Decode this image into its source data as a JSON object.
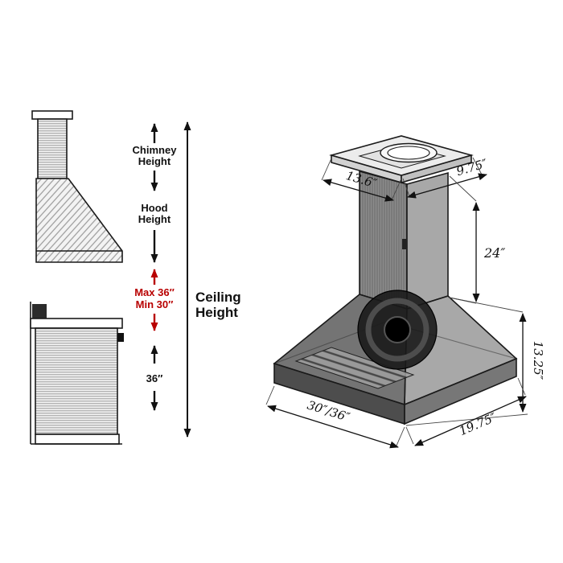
{
  "title": "Wall range hood dimension diagram",
  "height_column": {
    "chimney_line1": "Chimney",
    "chimney_line2": "Height",
    "hood_line1": "Hood",
    "hood_line2": "Height",
    "max_label": "Max 36″",
    "min_label": "Min 30″",
    "ceiling_line1": "Ceiling",
    "ceiling_line2": "Height",
    "counter_label": "36″"
  },
  "iso_dims": {
    "top_width": "13.6″",
    "top_depth": "9.75″",
    "chimney_height": "24″",
    "hood_height": "13.25″",
    "base_width": "30″/36″",
    "base_depth": "19.75″"
  },
  "colors": {
    "ink": "#111111",
    "accent_red": "#b80000",
    "background": "#ffffff"
  }
}
